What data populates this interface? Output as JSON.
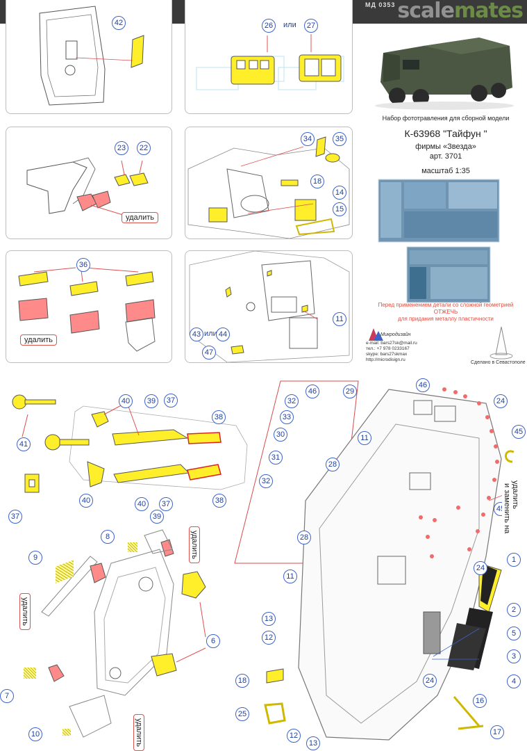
{
  "watermark": {
    "brand_part1": "scale",
    "brand_part2": "mates",
    "catalog_no": "МД 0353"
  },
  "title_block": {
    "intro": "Набор фототравления для сборной модели",
    "model": "К-63968 \"Тайфун \"",
    "maker": "фирмы «Звезда»",
    "article": "арт. 3701",
    "scale": "масштаб 1:35"
  },
  "warning": {
    "line1": "Перед применением детали со сложной геометрией",
    "line2": "ОТЖЕЧЬ",
    "line3": "для придания металлу пластичности"
  },
  "brand_logo": "Микродизайн",
  "contacts": {
    "email": "e-mail: bars27sk@mail.ru",
    "tel": "тел.: +7 978 0233167",
    "skype": "skype: bars27skmax",
    "web": "http://microdisign.ru"
  },
  "made_in": "Сделано в Севастополе",
  "labels": {
    "remove": "удалить",
    "or": "или",
    "remove_replace_1": "удалить",
    "remove_replace_2": "и заменить на"
  },
  "callouts": {
    "p42": "42",
    "p26": "26",
    "p27": "27",
    "p23": "23",
    "p22": "22",
    "p34": "34",
    "p35": "35",
    "p18a": "18",
    "p14": "14",
    "p15": "15",
    "p36": "36",
    "p11a": "11",
    "p43": "43",
    "p44": "44",
    "p47": "47",
    "p41": "41",
    "p40a": "40",
    "p39a": "39",
    "p37a": "37",
    "p38a": "38",
    "p37b": "37",
    "p40b": "40",
    "p40c": "40",
    "p37c": "37",
    "p39b": "39",
    "p38b": "38",
    "p8": "8",
    "p9": "9",
    "p7": "7",
    "p10": "10",
    "p6": "6",
    "p46a": "46",
    "p29": "29",
    "p32a": "32",
    "p33": "33",
    "p30": "30",
    "p31": "31",
    "p28a": "28",
    "p32b": "32",
    "p28b": "28",
    "p11b": "11",
    "p46b": "46",
    "p24a": "24",
    "p45a": "45",
    "p45b": "45",
    "p24b": "24",
    "p1": "1",
    "p2": "2",
    "p5": "5",
    "p3": "3",
    "p4": "4",
    "p11c": "11",
    "p13a": "13",
    "p12a": "12",
    "p24c": "24",
    "p18b": "18",
    "p25": "25",
    "p16": "16",
    "p17": "17",
    "p12b": "12",
    "p13b": "13"
  }
}
